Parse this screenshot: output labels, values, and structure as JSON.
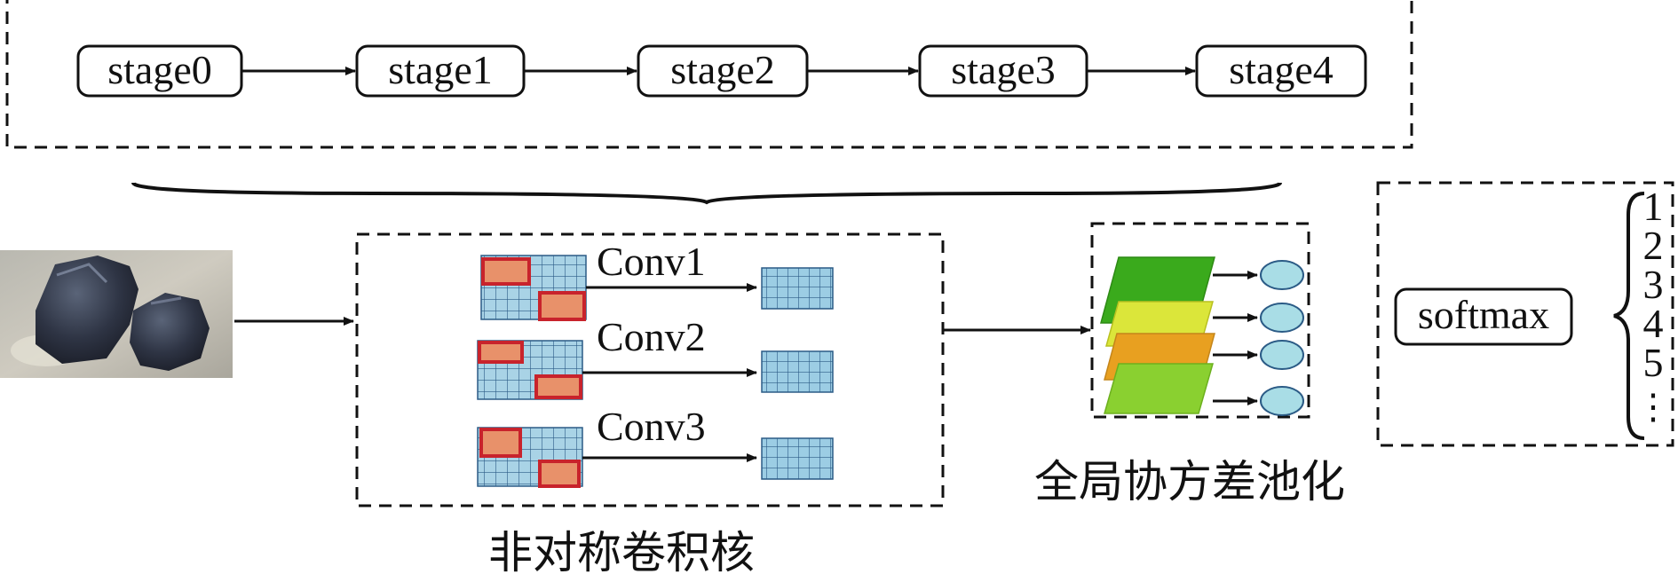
{
  "stages": [
    "stage0",
    "stage1",
    "stage2",
    "stage3",
    "stage4"
  ],
  "convs": [
    "Conv1",
    "Conv2",
    "Conv3"
  ],
  "asym_kernel_label": "非对称卷积核",
  "pooling_label": "全局协方差池化",
  "softmax_label": "softmax",
  "class_labels": [
    "1",
    "2",
    "3",
    "4",
    "5",
    "⋮"
  ],
  "colors": {
    "grid_fill": "#a9d3e6",
    "grid_line": "#2b5b86",
    "kernel_border": "#c8232c",
    "kernel_fill": "#e8916a",
    "layer1": "#3aaa1c",
    "layer2": "#dbe63a",
    "layer3": "#e8a020",
    "layer4": "#8ad030",
    "node": "#a9dde6"
  }
}
